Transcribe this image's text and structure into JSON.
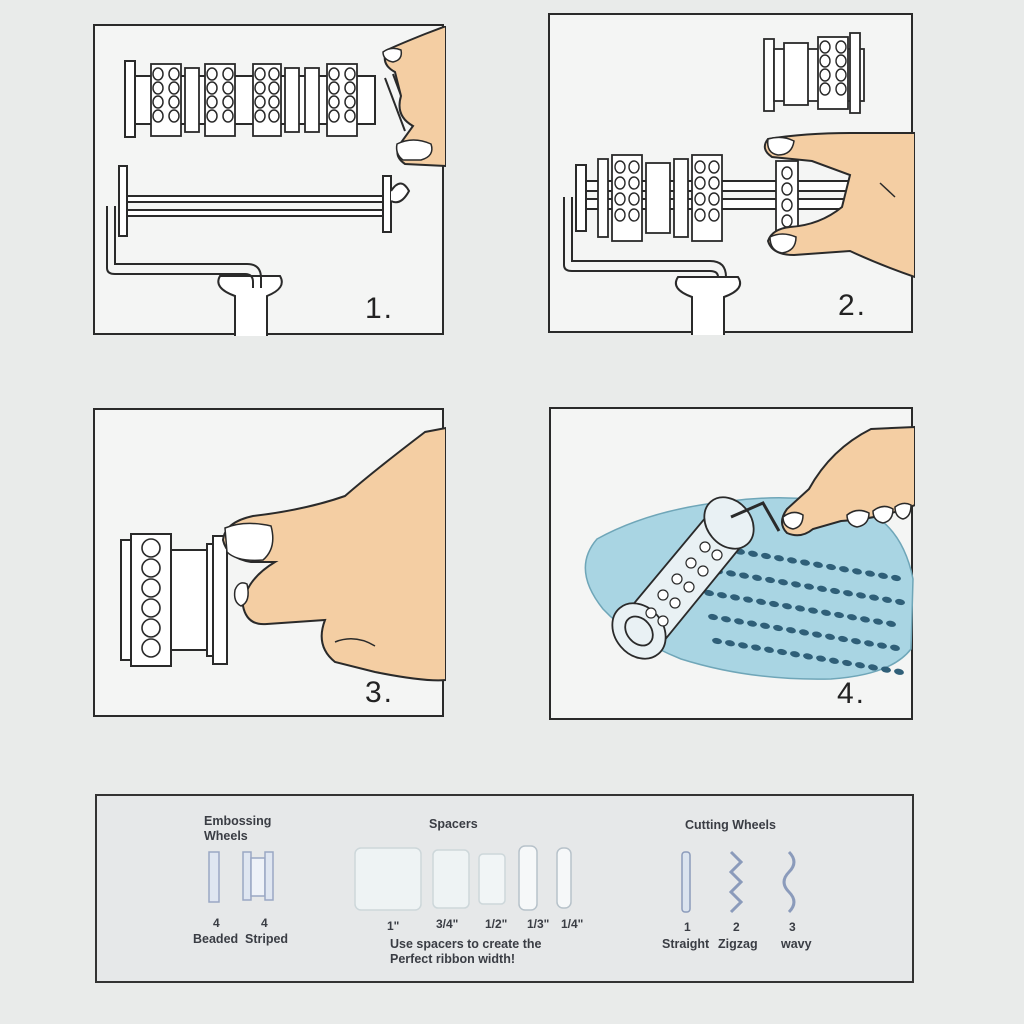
{
  "steps": [
    {
      "number": "1."
    },
    {
      "number": "2."
    },
    {
      "number": "3."
    },
    {
      "number": "4."
    }
  ],
  "legend": {
    "embossing": {
      "title_line1": "Embossing",
      "title_line2": "Wheels",
      "beaded_count": "4",
      "beaded_label": "Beaded",
      "striped_count": "4",
      "striped_label": "Striped"
    },
    "spacers": {
      "title": "Spacers",
      "sizes": [
        "1\"",
        "3/4\"",
        "1/2\"",
        "1/3\"",
        "1/4\""
      ],
      "note_line1": "Use spacers to create the",
      "note_line2": "Perfect ribbon width!"
    },
    "cutting": {
      "title": "Cutting Wheels",
      "straight_count": "1",
      "straight_label": "Straight",
      "zigzag_count": "2",
      "zigzag_label": "Zigzag",
      "wavy_count": "3",
      "wavy_label": "wavy"
    }
  },
  "colors": {
    "skin": "#f4cea3",
    "dough": "#a9d5e3",
    "line": "#2a2a2a"
  }
}
